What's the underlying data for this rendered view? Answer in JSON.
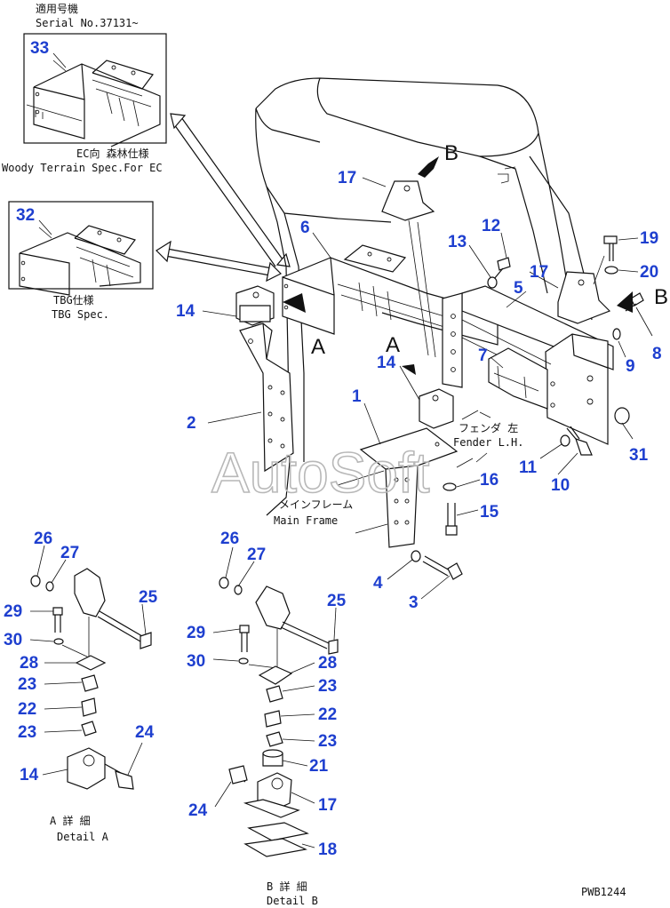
{
  "notes": {
    "applicable_jp": "適用号機",
    "serial": "Serial No.37131~",
    "ec_jp": "EC向 森林仕様",
    "ec_en": "Woody Terrain Spec.For EC",
    "tbg_jp": "TBG仕様",
    "tbg_en": "TBG Spec.",
    "fender_jp": "フェンダ 左",
    "fender_en": "Fender L.H.",
    "mainframe_jp": "メインフレーム",
    "mainframe_en": "Main Frame",
    "detail_a_jp": "A 詳 細",
    "detail_a_en": "Detail A",
    "detail_b_jp": "B 詳 細",
    "detail_b_en": "Detail B",
    "drawing_no": "PWB1244",
    "watermark": "AutoSoft"
  },
  "view_letters": {
    "a1": "A",
    "a2": "A",
    "b1": "B",
    "b2": "B"
  },
  "callouts": [
    "33",
    "32",
    "17",
    "6",
    "13",
    "12",
    "19",
    "17",
    "20",
    "5",
    "14",
    "7",
    "9",
    "8",
    "14",
    "1",
    "2",
    "31",
    "11",
    "10",
    "16",
    "15",
    "4",
    "3",
    "26",
    "27",
    "25",
    "29",
    "30",
    "28",
    "23",
    "22",
    "23",
    "24",
    "14",
    "26",
    "27",
    "25",
    "29",
    "30",
    "28",
    "23",
    "22",
    "23",
    "21",
    "24",
    "17",
    "18"
  ],
  "colors": {
    "callout": "#1e3fcf",
    "line": "#111111",
    "watermark": "#b8b8b8"
  }
}
